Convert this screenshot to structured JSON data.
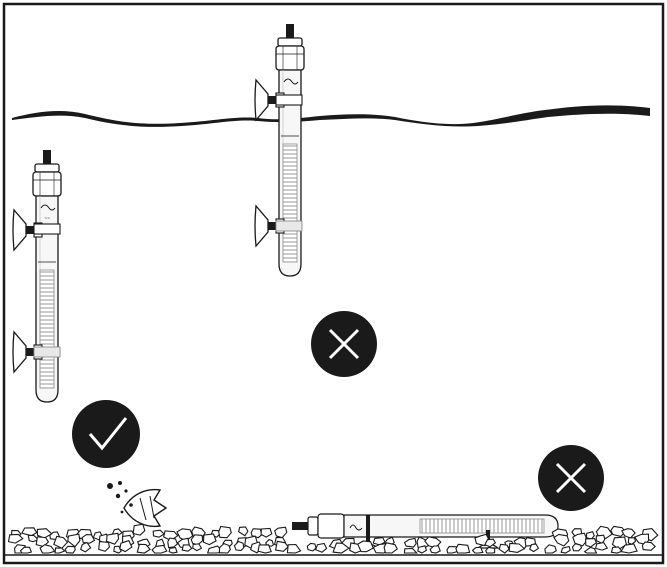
{
  "diagram": {
    "description_text": "",
    "marks": [
      {
        "kind": "check",
        "meaning": "correct"
      },
      {
        "kind": "cross",
        "meaning": "incorrect"
      },
      {
        "kind": "cross",
        "meaning": "incorrect"
      }
    ],
    "icons": [
      "aquarium-heater-icon",
      "suction-cup-icon",
      "fish-icon",
      "gravel-icon",
      "water-surface-icon",
      "check-mark-icon",
      "cross-mark-icon"
    ],
    "colors": {
      "ink": "#1a1a1a",
      "paper": "#ffffff",
      "glass": "#f3f3f3"
    }
  }
}
